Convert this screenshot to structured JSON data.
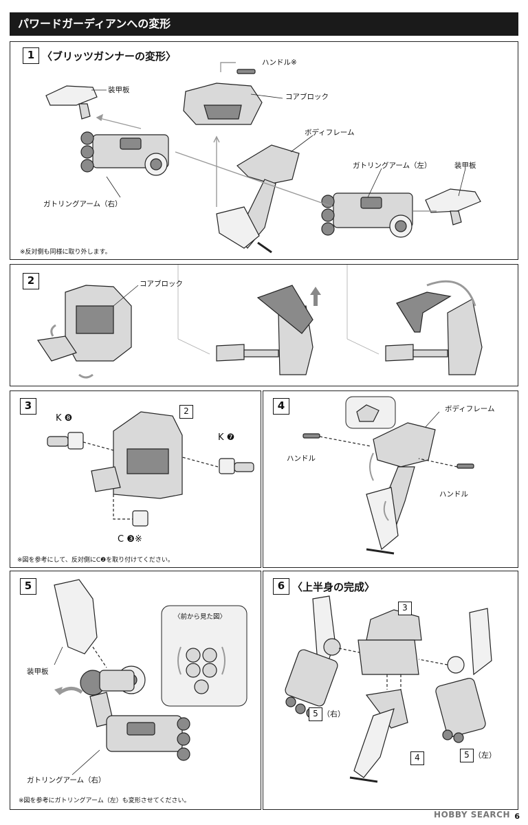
{
  "header": {
    "title": "パワードガーディアンへの変形"
  },
  "step1": {
    "number": "1",
    "title": "〈ブリッツガンナーの変形〉",
    "labels": {
      "handle": "ハンドル※",
      "armor_left": "装甲板",
      "core_block": "コアブロック",
      "body_frame": "ボディフレーム",
      "gatling_left": "ガトリングアーム（左）",
      "armor_right": "装甲板",
      "gatling_right": "ガトリングアーム（右）"
    },
    "note": "※反対側も同様に取り外します。"
  },
  "step2": {
    "number": "2",
    "labels": {
      "core_block": "コアブロック"
    }
  },
  "step3": {
    "number": "3",
    "ref_box": "2",
    "part_k8": "K",
    "part_k8_num": "❽",
    "part_k7": "K",
    "part_k7_num": "❼",
    "part_c3": "C",
    "part_c3_num": "❸※",
    "note": "※図を参考にして、反対側にC❷を取り付けてください。"
  },
  "step4": {
    "number": "4",
    "labels": {
      "body_frame": "ボディフレーム",
      "handle_left": "ハンドル",
      "handle_right": "ハンドル"
    }
  },
  "step5": {
    "number": "5",
    "labels": {
      "armor": "装甲板",
      "gatling_right": "ガトリングアーム（右）",
      "front_view": "〈前から見た図〉"
    },
    "note": "※図を参考にガトリングアーム（左）も変形させてください。"
  },
  "step6": {
    "number": "6",
    "title": "〈上半身の完成〉",
    "refs": {
      "top": "3",
      "left_box": "5",
      "left_suffix": "（右）",
      "right_box": "5",
      "right_suffix": "（左）",
      "bottom": "4"
    }
  },
  "footer": {
    "watermark": "HOBBY SEARCH",
    "page": "6"
  }
}
